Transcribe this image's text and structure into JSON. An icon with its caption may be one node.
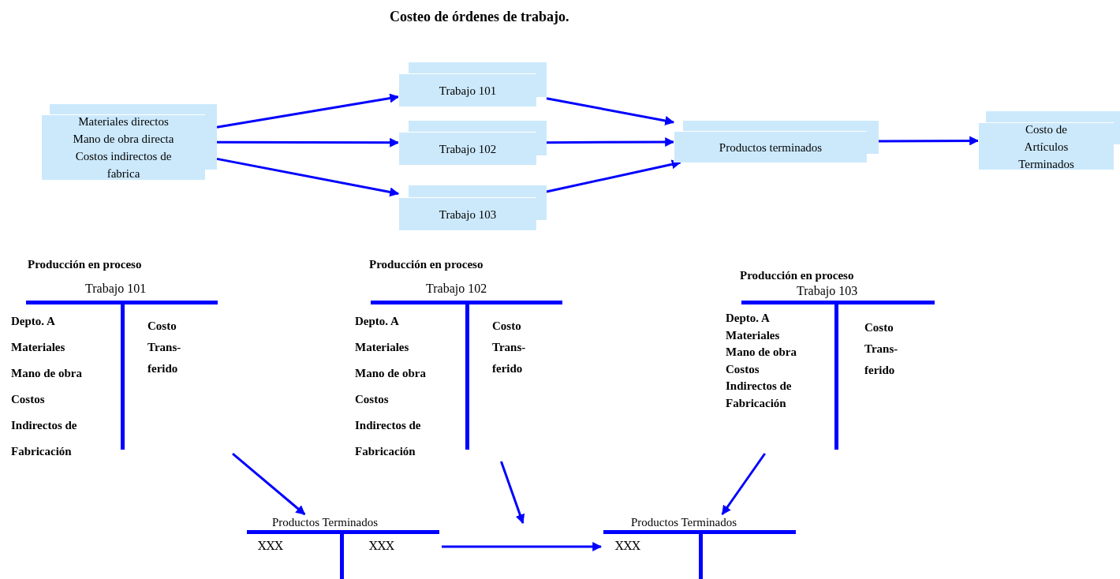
{
  "diagram": {
    "title": "Costeo de órdenes de trabajo.",
    "nodes": [
      {
        "text": [
          "Materiales directos",
          "Mano de obra directa",
          "Costos indirectos de fabrica"
        ]
      },
      {
        "text": [
          "Trabajo 101"
        ]
      },
      {
        "text": [
          "Trabajo 102"
        ]
      },
      {
        "text": [
          "Trabajo 103"
        ]
      },
      {
        "text": [
          "Productos terminados"
        ]
      },
      {
        "text": [
          "Costo de Artículos Terminados"
        ]
      },
      {
        "text": [
          "Producción en proceso",
          "Trabajo 101",
          "Depto. A",
          "Materiales",
          "Mano de obra",
          "Costos Indirectos de Fabricación",
          "Costo Trans- ferido"
        ]
      },
      {
        "text": [
          "Producción en proceso",
          "Trabajo 102",
          "Depto. A",
          "Materiales",
          "Mano de obra",
          "Costos Indirectos de Fabricación",
          "Costo Trans- ferido"
        ]
      },
      {
        "text": [
          "Producción en proceso",
          "Trabajo 103",
          "Depto. A",
          "Materiales",
          "Mano de obra",
          "Costos Indirectos de Fabricación",
          "Costo Trans- ferido"
        ]
      },
      {
        "text": [
          "Productos Terminados",
          "XXX",
          "XXX"
        ]
      },
      {
        "text": [
          "Productos Terminados",
          "XXX"
        ]
      }
    ],
    "edges": [
      {
        "from": 0,
        "to": 1,
        "arrow": "to"
      },
      {
        "from": 0,
        "to": 2,
        "arrow": "to"
      },
      {
        "from": 0,
        "to": 3,
        "arrow": "to"
      },
      {
        "from": 1,
        "to": 4,
        "arrow": "to"
      },
      {
        "from": 2,
        "to": 4,
        "arrow": "to"
      },
      {
        "from": 3,
        "to": 4,
        "arrow": "to"
      },
      {
        "from": 4,
        "to": 5,
        "arrow": "to"
      },
      {
        "from": 6,
        "to": 9,
        "arrow": "to"
      },
      {
        "from": 7,
        "to": null,
        "arrow": "to"
      },
      {
        "from": 8,
        "to": 10,
        "arrow": "to"
      },
      {
        "from": 9,
        "to": 10,
        "arrow": "to"
      }
    ]
  }
}
